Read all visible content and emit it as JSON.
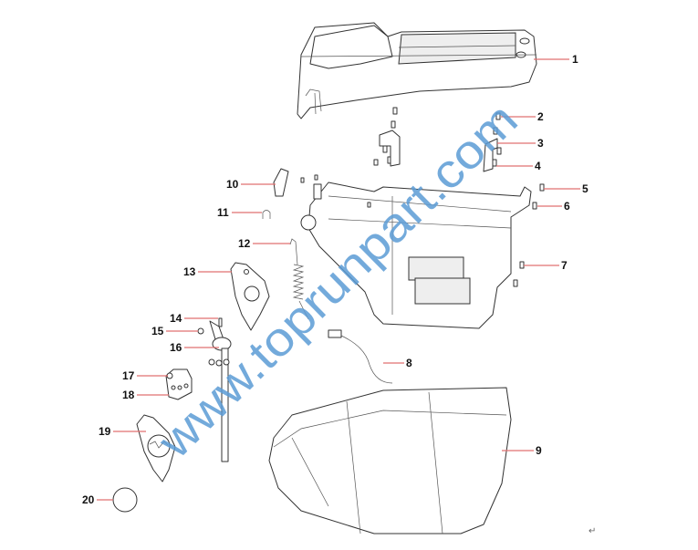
{
  "diagram": {
    "title": "Exploded parts view",
    "callouts": [
      "1",
      "2",
      "3",
      "4",
      "5",
      "6",
      "7",
      "8",
      "9",
      "10",
      "11",
      "12",
      "13",
      "14",
      "15",
      "16",
      "17",
      "18",
      "19",
      "20"
    ],
    "watermark": "www.toprunpart.com",
    "return_mark": "↵",
    "colors": {
      "leader": "#e07070",
      "watermark": "#5b9bd5"
    }
  }
}
